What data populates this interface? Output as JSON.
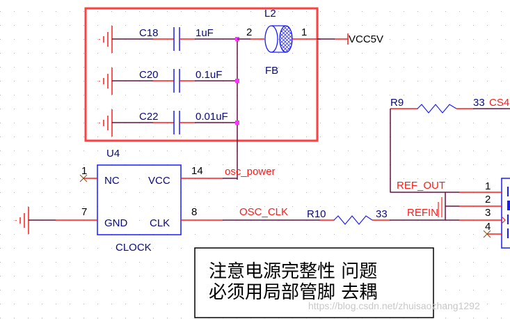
{
  "colors": {
    "wire": "#6a1040",
    "pin": "#ff1a1a",
    "component": "#1a1aff",
    "junction": "#ff33ff",
    "highlight_box": "#ff4040",
    "label_ref": "#0a0a7a",
    "net_label": "#ff1a1a"
  },
  "decoupling": {
    "capacitors": [
      {
        "ref": "C18",
        "value": "1uF"
      },
      {
        "ref": "C20",
        "value": "0.1uF"
      },
      {
        "ref": "C22",
        "value": "0.01uF"
      }
    ],
    "ferrite": {
      "ref": "L2",
      "value": "FB",
      "pin_left": "2",
      "pin_right": "1"
    },
    "power_port": "VCC5V"
  },
  "oscillator": {
    "ref": "U4",
    "name": "CLOCK",
    "pins": [
      {
        "num": "1",
        "name": "NC"
      },
      {
        "num": "14",
        "name": "VCC"
      },
      {
        "num": "7",
        "name": "GND"
      },
      {
        "num": "8",
        "name": "CLK"
      }
    ]
  },
  "nets": {
    "osc_power": "osc_power",
    "osc_clk": "OSC_CLK",
    "ref_out": "REF_OUT",
    "refin": "REFIN",
    "cs": "CS4"
  },
  "resistors": [
    {
      "ref": "R9",
      "value": "33"
    },
    {
      "ref": "R10",
      "value": "33"
    }
  ],
  "connector": {
    "pins": [
      "1",
      "2",
      "3",
      "4"
    ]
  },
  "note": {
    "line1": "注意电源完整性  问题",
    "line2": "必须用局部管脚  去耦"
  },
  "watermark": "https://blog.csdn.net/zhuisaozhang1292"
}
